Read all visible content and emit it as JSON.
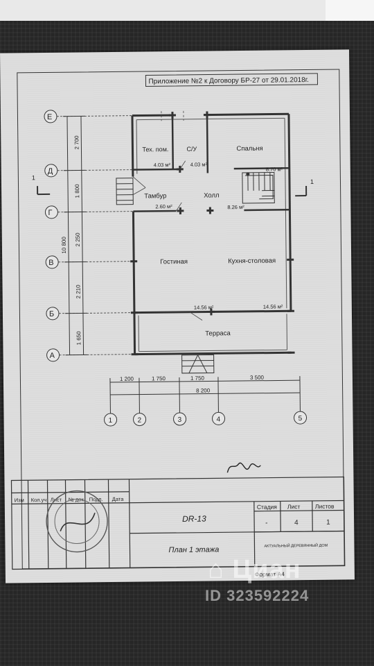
{
  "header_note": "Приложение №2 к Договору БР-27 от 29.01.2018г.",
  "axes_letters": [
    "Е",
    "Д",
    "Г",
    "В",
    "Б",
    "А"
  ],
  "axes_numbers": [
    "1",
    "2",
    "3",
    "4",
    "5"
  ],
  "vertical_dims": [
    "2 700",
    "1 800",
    "2 250",
    "2 210",
    "1 650"
  ],
  "vertical_total": "10 800",
  "horizontal_dims": [
    "1 200",
    "1 750",
    "1 750",
    "3 500"
  ],
  "horizontal_total": "8 200",
  "section_mark": "1",
  "rooms": {
    "tech": {
      "name": "Тех. пом.",
      "area": "4.03 м²"
    },
    "wc": {
      "name": "С/У",
      "area": "4.03 м²"
    },
    "bedroom": {
      "name": "Спальня",
      "area": "8.70 м²"
    },
    "vestibule": {
      "name": "Тамбур",
      "area": "2.60 м²"
    },
    "hall": {
      "name": "Холл",
      "area": "8.26 м²"
    },
    "living": {
      "name": "Гостиная",
      "area": "14.56 м²"
    },
    "kitchen": {
      "name": "Кухня-столовая",
      "area": "14.56 м²"
    },
    "terrace": {
      "name": "Терраса"
    }
  },
  "title_block": {
    "col_headers": [
      "Изм",
      "Кол.уч",
      "Лист",
      "№ док.",
      "Подп.",
      "Дата"
    ],
    "code": "DR-13",
    "sheet_title": "План 1 этажа",
    "stage_label": "Стадия",
    "sheet_label": "Лист",
    "sheets_label": "Листов",
    "stage_value": "-",
    "sheet_value": "4",
    "sheets_value": "1",
    "company": "АКТУАЛЬНЫЙ ДЕРЕВЯННЫЙ ДОМ",
    "format": "Формат А4"
  },
  "watermark": {
    "brand": "Циан",
    "id": "ID 323592224"
  }
}
